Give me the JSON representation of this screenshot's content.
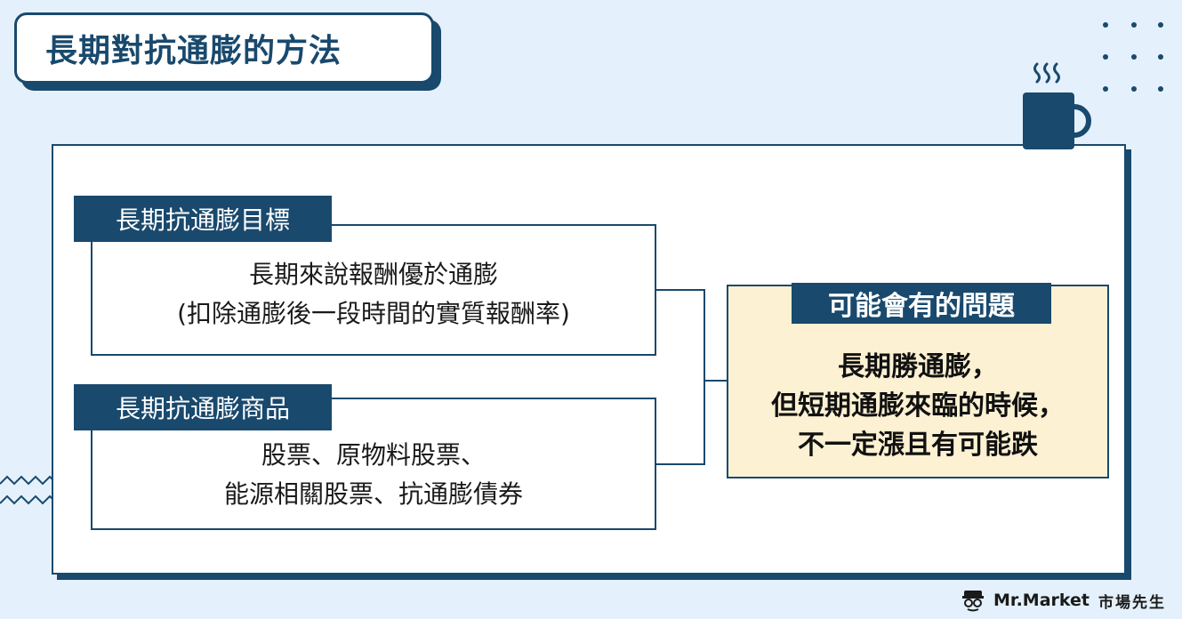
{
  "title": "長期對抗通膨的方法",
  "goal": {
    "label": "長期抗通膨目標",
    "lines": [
      "長期來說報酬優於通膨",
      "(扣除通膨後一段時間的實質報酬率)"
    ]
  },
  "products": {
    "label": "長期抗通膨商品",
    "lines": [
      "股票、原物料股票、",
      "能源相關股票、抗通膨債券"
    ]
  },
  "issue": {
    "label": "可能會有的問題",
    "lines": [
      "長期勝通膨，",
      "但短期通膨來臨的時候，",
      "不一定漲且有可能跌"
    ]
  },
  "brand": {
    "name": "Mr.Market",
    "chinese": "市場先生"
  },
  "colors": {
    "navy": "#19496d",
    "background": "#e4f0fb",
    "highlight": "#fcf1d2"
  }
}
